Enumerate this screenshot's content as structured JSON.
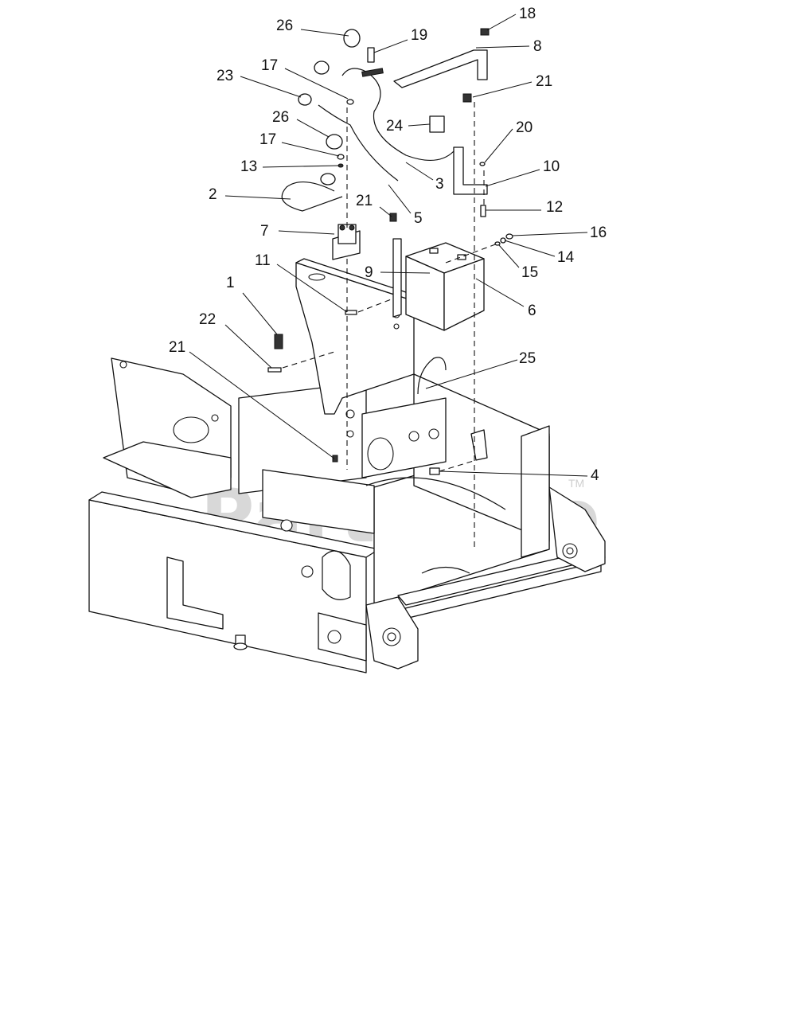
{
  "watermark": {
    "brand": "PartsTree",
    "trademark": "TM"
  },
  "callouts": [
    {
      "id": "c26a",
      "number": "26"
    },
    {
      "id": "c19",
      "number": "19"
    },
    {
      "id": "c18",
      "number": "18"
    },
    {
      "id": "c8",
      "number": "8"
    },
    {
      "id": "c17a",
      "number": "17"
    },
    {
      "id": "c23",
      "number": "23"
    },
    {
      "id": "c21a",
      "number": "21"
    },
    {
      "id": "c26b",
      "number": "26"
    },
    {
      "id": "c24",
      "number": "24"
    },
    {
      "id": "c20",
      "number": "20"
    },
    {
      "id": "c17b",
      "number": "17"
    },
    {
      "id": "c10",
      "number": "10"
    },
    {
      "id": "c13",
      "number": "13"
    },
    {
      "id": "c3",
      "number": "3"
    },
    {
      "id": "c2",
      "number": "2"
    },
    {
      "id": "c21b",
      "number": "21"
    },
    {
      "id": "c5",
      "number": "5"
    },
    {
      "id": "c12",
      "number": "12"
    },
    {
      "id": "c7",
      "number": "7"
    },
    {
      "id": "c16",
      "number": "16"
    },
    {
      "id": "c14",
      "number": "14"
    },
    {
      "id": "c11",
      "number": "11"
    },
    {
      "id": "c15",
      "number": "15"
    },
    {
      "id": "c9",
      "number": "9"
    },
    {
      "id": "c1",
      "number": "1"
    },
    {
      "id": "c6",
      "number": "6"
    },
    {
      "id": "c22",
      "number": "22"
    },
    {
      "id": "c21c",
      "number": "21"
    },
    {
      "id": "c25",
      "number": "25"
    },
    {
      "id": "c4",
      "number": "4"
    }
  ]
}
